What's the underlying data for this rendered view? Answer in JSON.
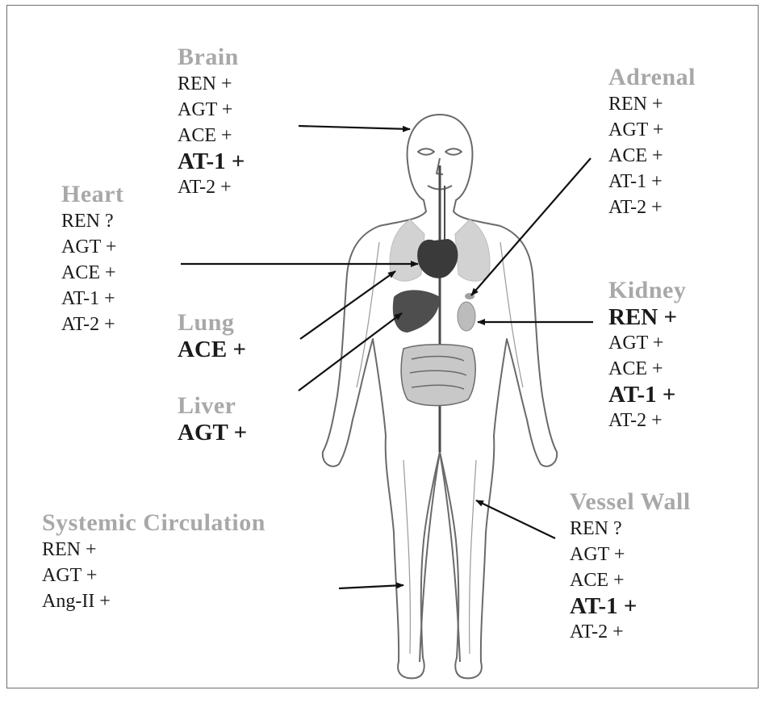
{
  "organs": [
    {
      "id": "brain",
      "title": "Brain",
      "items": [
        {
          "text": "REN +",
          "bold": false
        },
        {
          "text": "AGT +",
          "bold": false
        },
        {
          "text": "ACE +",
          "bold": false
        },
        {
          "text": "AT-1 +",
          "bold": true
        },
        {
          "text": "AT-2 +",
          "bold": false
        }
      ]
    },
    {
      "id": "heart",
      "title": "Heart",
      "items": [
        {
          "text": "REN ?",
          "bold": false
        },
        {
          "text": "AGT +",
          "bold": false
        },
        {
          "text": "ACE +",
          "bold": false
        },
        {
          "text": "AT-1 +",
          "bold": false
        },
        {
          "text": "AT-2 +",
          "bold": false
        }
      ]
    },
    {
      "id": "lung",
      "title": "Lung",
      "items": [
        {
          "text": "ACE +",
          "bold": true
        }
      ]
    },
    {
      "id": "liver",
      "title": "Liver",
      "items": [
        {
          "text": "AGT +",
          "bold": true
        }
      ]
    },
    {
      "id": "systemic",
      "title": "Systemic Circulation",
      "items": [
        {
          "text": "REN +",
          "bold": false
        },
        {
          "text": "AGT +",
          "bold": false
        },
        {
          "text": "Ang-II +",
          "bold": false
        }
      ]
    },
    {
      "id": "adrenal",
      "title": "Adrenal",
      "items": [
        {
          "text": "REN +",
          "bold": false
        },
        {
          "text": "AGT +",
          "bold": false
        },
        {
          "text": "ACE +",
          "bold": false
        },
        {
          "text": "AT-1 +",
          "bold": false
        },
        {
          "text": "AT-2 +",
          "bold": false
        }
      ]
    },
    {
      "id": "kidney",
      "title": "Kidney",
      "items": [
        {
          "text": "REN +",
          "bold": true
        },
        {
          "text": "AGT +",
          "bold": false
        },
        {
          "text": "ACE +",
          "bold": false
        },
        {
          "text": "AT-1 +",
          "bold": true
        },
        {
          "text": "AT-2 +",
          "bold": false
        }
      ]
    },
    {
      "id": "vessel",
      "title": "Vessel Wall",
      "items": [
        {
          "text": "REN ?",
          "bold": false
        },
        {
          "text": "AGT +",
          "bold": false
        },
        {
          "text": "ACE +",
          "bold": false
        },
        {
          "text": "AT-1 +",
          "bold": true
        },
        {
          "text": "AT-2 +",
          "bold": false
        }
      ]
    }
  ],
  "colors": {
    "title": "#a8a8a8",
    "text": "#1a1a1a",
    "organ_dark": "#555555",
    "organ_light": "#c8c8c8"
  }
}
